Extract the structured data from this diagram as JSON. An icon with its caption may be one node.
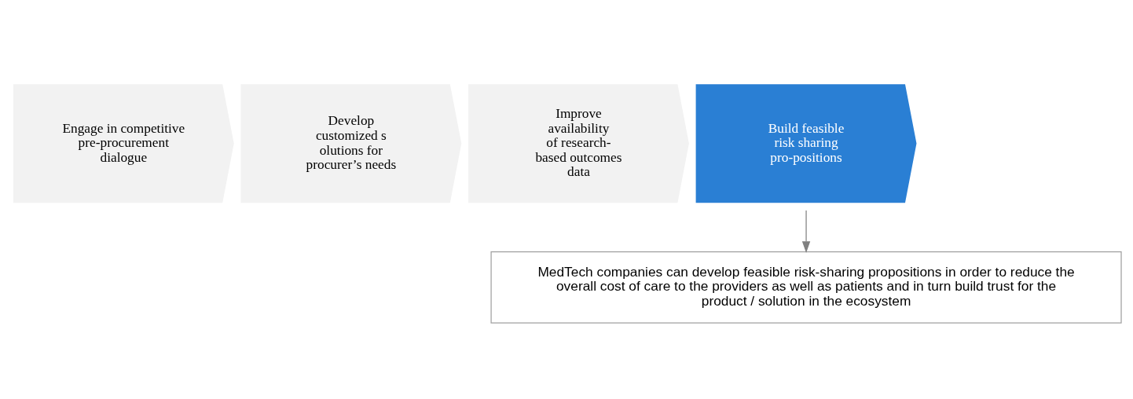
{
  "diagram": {
    "nodes": [
      {
        "text": [
          "Engage in competitive pre-procurement dialogue"
        ]
      },
      {
        "text": [
          "Develop customized s olutions for procurer’s needs"
        ]
      },
      {
        "text": [
          "Improve availability of research-based outcomes data"
        ]
      },
      {
        "text": [
          "Build feasible risk sharing pro-positions"
        ]
      },
      {
        "text": [
          "MedTech companies can develop feasible risk-sharing propositions in order to reduce the overall cost of care to the providers as well as patients and in turn build trust for the product / solution in the ecosystem"
        ]
      }
    ],
    "edges": [
      {
        "from": 3,
        "to": 4,
        "arrow": "to",
        "color": "#808080"
      }
    ]
  }
}
